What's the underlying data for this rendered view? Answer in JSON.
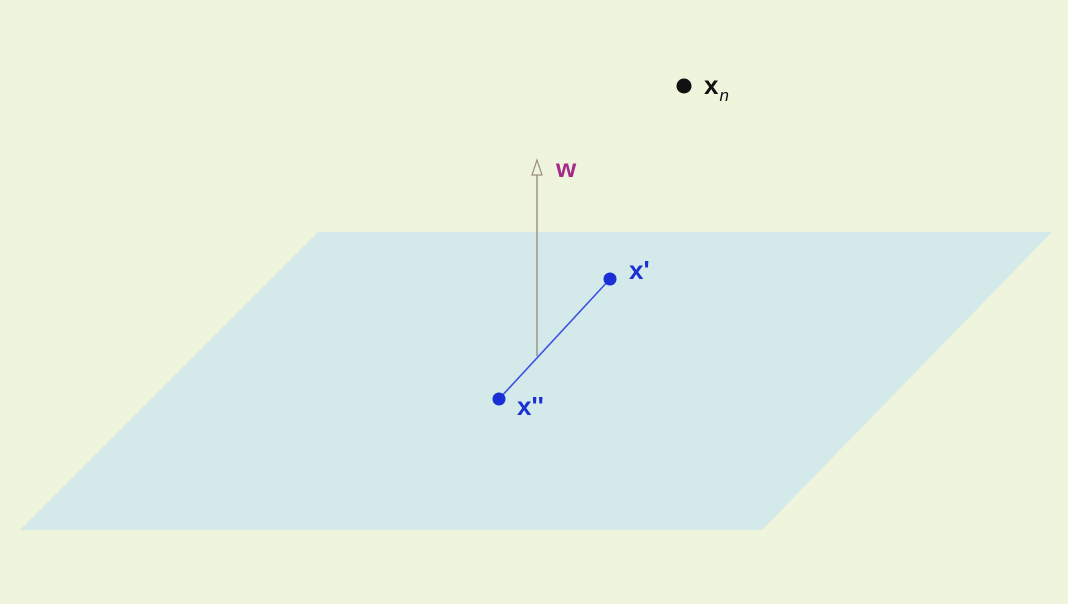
{
  "labels": {
    "x_n": {
      "base": "x",
      "subscript": "n"
    },
    "w": "w",
    "x_prime": "x'",
    "x_double_prime": "x''"
  },
  "colors": {
    "background": "#eff4dc",
    "plane": "#d4e9ea",
    "point_external": "#111111",
    "normal_vector": "#9a9080",
    "normal_label": "#a52a8a",
    "plane_points": "#1b2fd6"
  }
}
